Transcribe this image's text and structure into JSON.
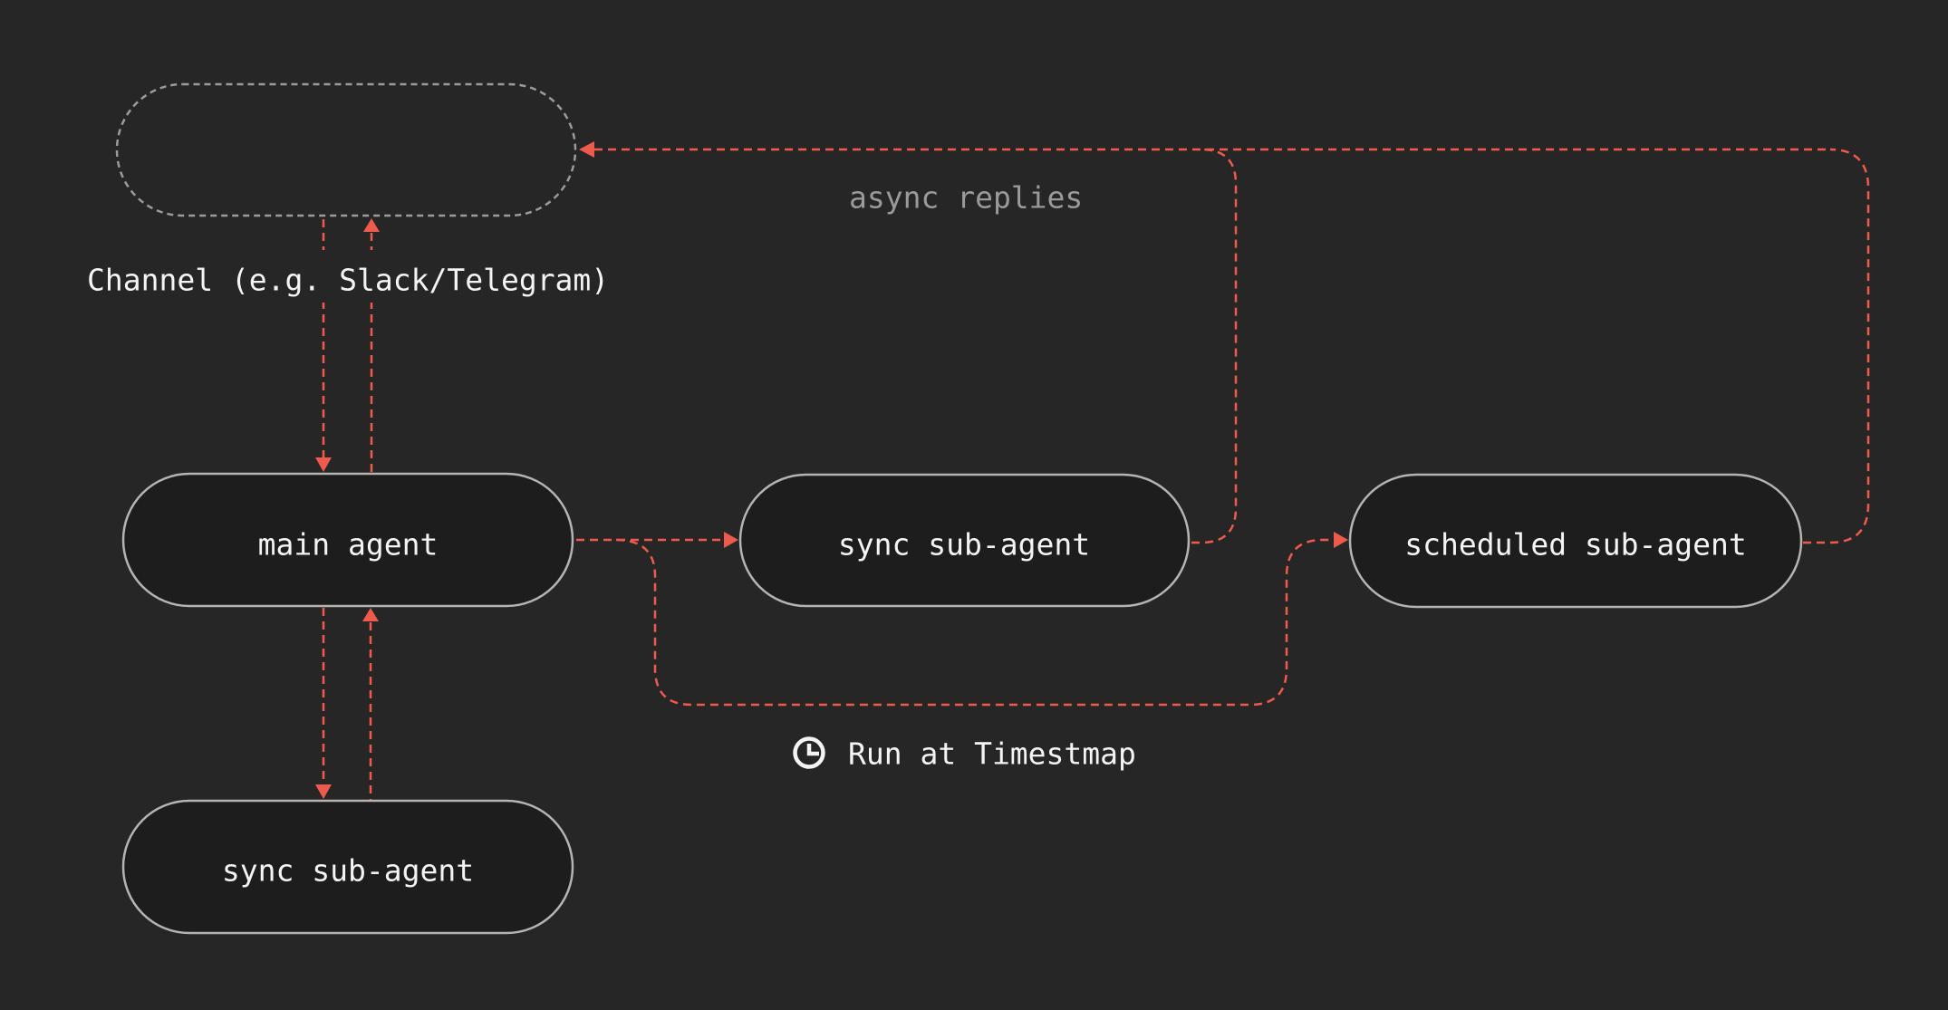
{
  "diagram": {
    "nodes": [
      {
        "id": "channel",
        "label": ""
      },
      {
        "id": "main-agent",
        "label": "main agent"
      },
      {
        "id": "sync-sub-agent",
        "label": "sync sub-agent"
      },
      {
        "id": "scheduled-sub-agent",
        "label": "scheduled sub-agent"
      },
      {
        "id": "sync-sub-agent-bottom",
        "label": "sync sub-agent"
      }
    ],
    "labels": {
      "channel_caption": "Channel (e.g. Slack/Telegram)",
      "async_replies": "async replies",
      "run_at": "Run at Timestmap"
    },
    "icons": {
      "clock": "clock-icon"
    },
    "colors": {
      "bg": "#262626",
      "node_fill": "#1d1d1d",
      "node_stroke": "#b6b3b0",
      "channel_stroke": "#9b9b9b",
      "edge": "#ee5a4c",
      "label": "#f4f4f4",
      "muted_label": "#9a9a9a"
    }
  }
}
